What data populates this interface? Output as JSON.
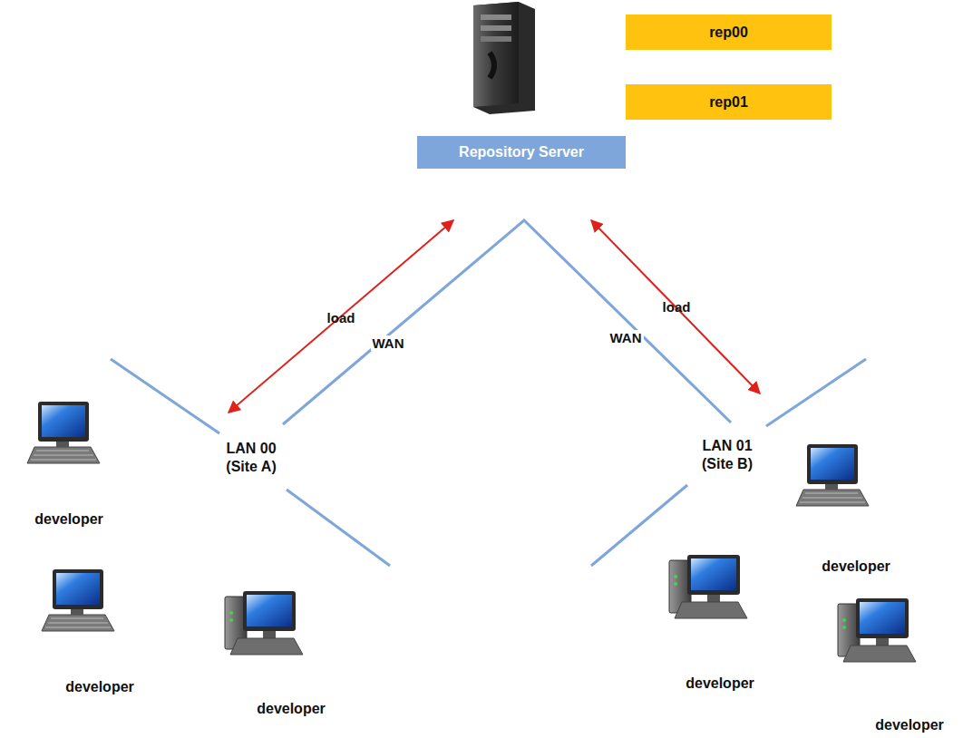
{
  "diagram": {
    "nodes": [
      {
        "text": [
          "rep00"
        ]
      },
      {
        "text": [
          "rep01"
        ]
      },
      {
        "text": [
          "Repository Server"
        ]
      }
    ],
    "labels": [
      "load",
      "WAN",
      "load",
      "WAN",
      "LAN 00 (Site A)",
      "LAN 01 (Site B)",
      "developer",
      "developer",
      "developer",
      "developer",
      "developer",
      "developer"
    ]
  }
}
